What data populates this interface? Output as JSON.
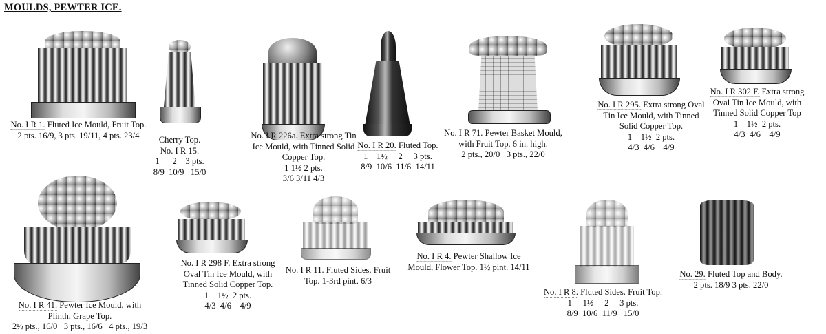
{
  "title": "MOULDS, PEWTER ICE.",
  "items": [
    {
      "code": "No. I R 1.",
      "desc": "Fluted Ice Mould, Fruit Top.",
      "lines": [
        "2 pts. 16/9, 3 pts. 19/11, 4 pts. 23/4"
      ]
    },
    {
      "code": "No. I R 15.",
      "pre": "Cherry Top.",
      "desc": "",
      "lines": [
        "1      2    3 pts.",
        "8/9  10/9   15/0"
      ]
    },
    {
      "code": "No. I R 226a.",
      "desc": "Extra strong Tin",
      "lines": [
        "Ice Mould, with Tinned Solid",
        "Copper Top.",
        "1 1½ 2 pts.",
        "3/6 3/11 4/3"
      ]
    },
    {
      "code": "No. I R 20.",
      "desc": "Fluted Top.",
      "lines": [
        "1    1½     2     3 pts.",
        "8/9  10/6  11/6  14/11"
      ]
    },
    {
      "code": "No. I R 71.",
      "desc": "Pewter Basket Mould,",
      "lines": [
        "with Fruit Top. 6 in. high.",
        "2 pts., 20/0   3 pts., 22/0"
      ]
    },
    {
      "code": "No. I R 295.",
      "desc": "Extra strong Oval",
      "lines": [
        "Tin Ice Mould, with Tinned",
        "Solid Copper Top.",
        "1    1½  2 pts.",
        "4/3  4/6    4/9"
      ]
    },
    {
      "code": "No. I R 302 F.",
      "desc": "Extra strong",
      "lines": [
        "Oval Tin Ice Mould, with",
        "Tinned Solid Copper Top",
        "1    1½  2 pts.",
        "4/3  4/6    4/9"
      ]
    },
    {
      "code": "No. I R 41.",
      "desc": "Pewter Ice Mould, with",
      "lines": [
        "Plinth, Grape Top.",
        "2½ pts., 16/0   3 pts., 16/6   4 pts., 19/3"
      ]
    },
    {
      "code": "No. I R 298 F.",
      "desc": "Extra strong",
      "lines": [
        "Oval Tin Ice Mould, with",
        "Tinned Solid Copper Top.",
        "1    1½  2 pts.",
        "4/3  4/6    4/9"
      ]
    },
    {
      "code": "No. I R 11.",
      "desc": "Fluted Sides, Fruit",
      "lines": [
        "Top. 1-3rd pint, 6/3"
      ]
    },
    {
      "code": "No. I R 4.",
      "desc": "Pewter Shallow Ice",
      "lines": [
        "Mould, Flower Top. 1½ pint. 14/11"
      ]
    },
    {
      "code": "No. I R 8.",
      "desc": "Fluted Sides. Fruit Top.",
      "lines": [
        "1     1½     2     3 pts.",
        "8/9  10/6  11/9   15/0"
      ]
    },
    {
      "code": "No. 29.",
      "desc": "Fluted Top and Body.",
      "lines": [
        "2 pts. 18/9 3 pts. 22/0"
      ]
    }
  ]
}
